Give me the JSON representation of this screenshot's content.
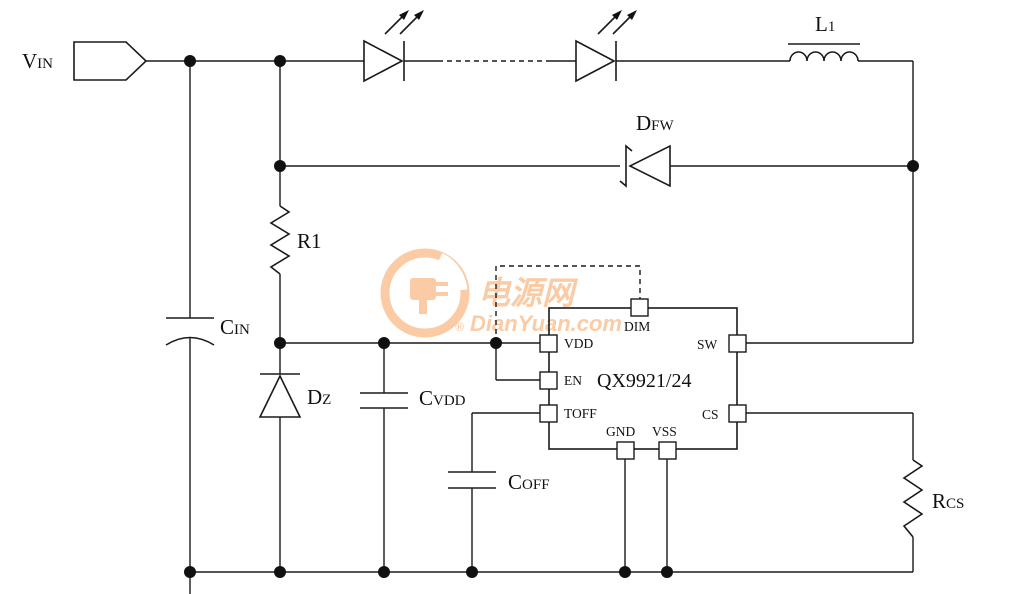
{
  "labels": {
    "vin_main": "V",
    "vin_sub": "IN",
    "l1_main": "L",
    "l1_sub": "1",
    "dfw_main": "D",
    "dfw_sub": "FW",
    "r1": "R1",
    "cin_main": "C",
    "cin_sub": "IN",
    "dz_main": "D",
    "dz_sub": "Z",
    "cvdd_main": "C",
    "cvdd_sub": "VDD",
    "coff_main": "C",
    "coff_sub": "OFF",
    "rcs_main": "R",
    "rcs_sub": "CS"
  },
  "ic": {
    "name": "QX9921/24",
    "pins": {
      "dim": "DIM",
      "vdd": "VDD",
      "en": "EN",
      "toff": "TOFF",
      "gnd": "GND",
      "vss": "VSS",
      "sw": "SW",
      "cs": "CS"
    }
  },
  "watermark": {
    "cn_text": "电源网",
    "en_text": "DianYuan.com",
    "registered": "®",
    "color": "#f7a25a"
  }
}
